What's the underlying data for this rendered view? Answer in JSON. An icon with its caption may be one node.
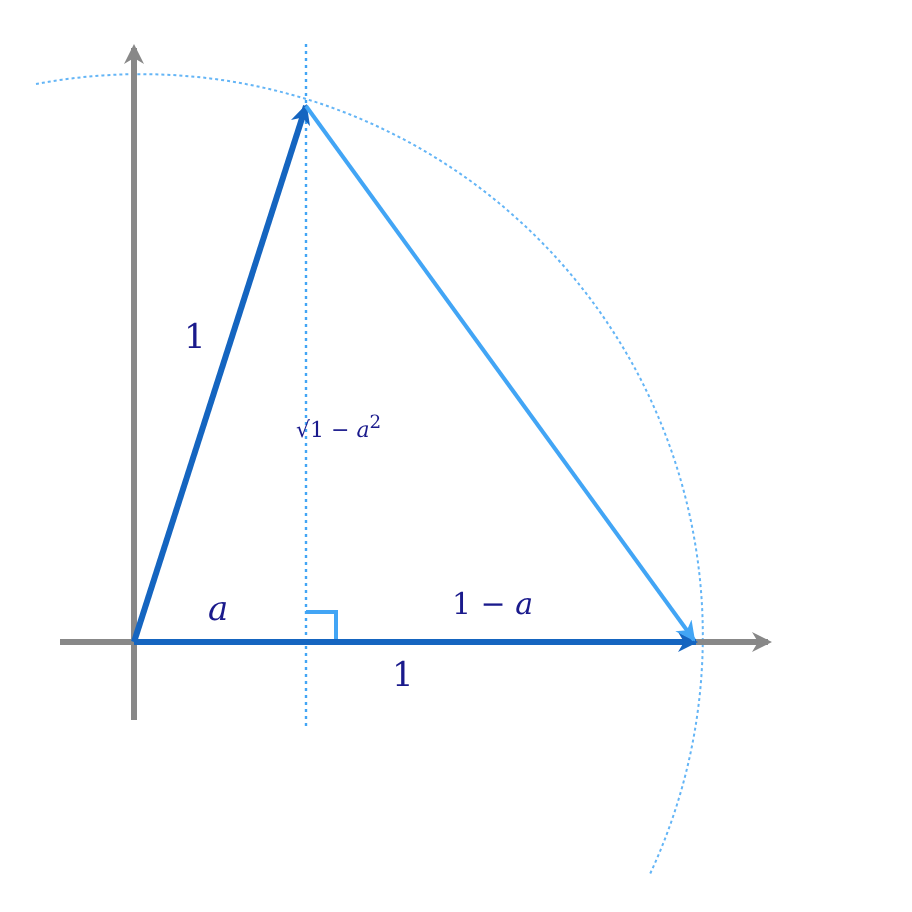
{
  "diagram": {
    "labels": [
      "1",
      "√1 − *a*$^{2}$",
      "a",
      "1 − *a*",
      "1"
    ]
  }
}
